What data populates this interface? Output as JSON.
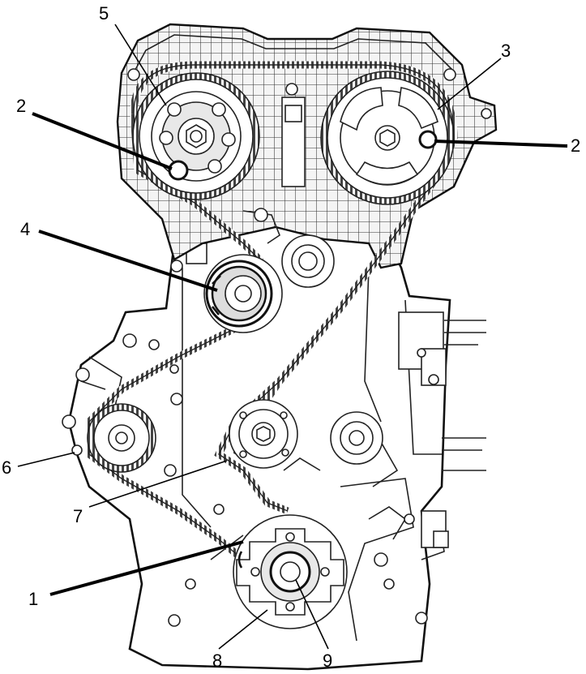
{
  "callouts": {
    "c1": "1",
    "c2_left": "2",
    "c2_right": "2",
    "c3": "3",
    "c4": "4",
    "c5": "5",
    "c6": "6",
    "c7": "7",
    "c8": "8",
    "c9": "9"
  },
  "colors": {
    "line": "#222222",
    "background": "#ffffff",
    "shade": "#e8e8e8"
  }
}
